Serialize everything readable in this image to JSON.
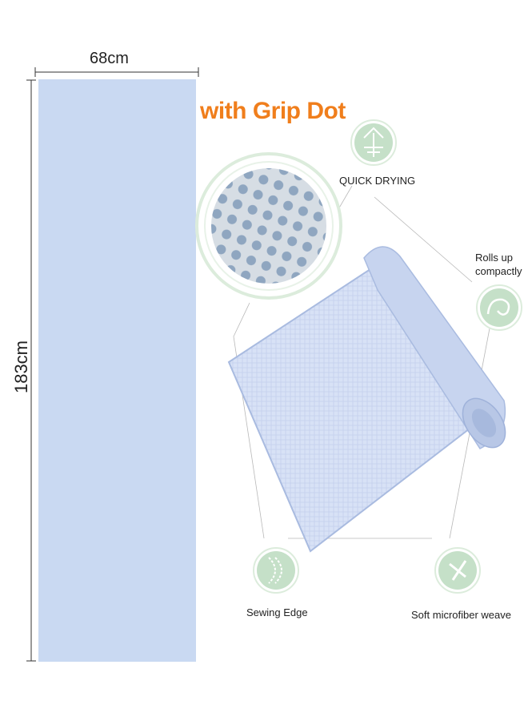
{
  "dimensions": {
    "width": "68cm",
    "height": "183cm"
  },
  "headline": "with Grip Dot",
  "features": {
    "quick_drying": "QUICK DRYING",
    "rolls_up_line1": "Rolls up",
    "rolls_up_line2": "compactly",
    "sewing_edge": "Sewing Edge",
    "soft_weave": "Soft microfiber weave"
  },
  "colors": {
    "mat": "#c9d9f2",
    "headline": "#f07e1c",
    "icon_green": "#c5e0c8",
    "ring_green": "#dcecdc"
  }
}
